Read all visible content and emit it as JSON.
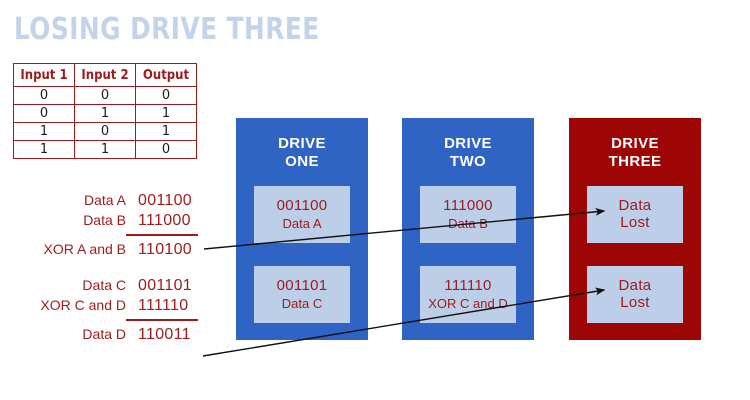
{
  "title": "LOSING DRIVE THREE",
  "colors": {
    "title": "#c3d3ea",
    "dark_red": "#9e1b1b",
    "drive_blue": "#2f63c4",
    "drive_red": "#9e0505",
    "panel_blue": "#bccee8"
  },
  "truth_table": {
    "headers": [
      "Input 1",
      "Input 2",
      "Output"
    ],
    "rows": [
      [
        "0",
        "0",
        "0"
      ],
      [
        "0",
        "1",
        "1"
      ],
      [
        "1",
        "0",
        "1"
      ],
      [
        "1",
        "1",
        "0"
      ]
    ]
  },
  "calculations": [
    {
      "id": "calc-block-1",
      "rows": [
        {
          "label": "Data A",
          "value": "001100"
        },
        {
          "label": "Data B",
          "value": "111000"
        }
      ],
      "result": {
        "label": "XOR A and B",
        "value": "110100"
      }
    },
    {
      "id": "calc-block-2",
      "rows": [
        {
          "label": "Data C",
          "value": "001101"
        },
        {
          "label": "XOR C and D",
          "value": "111110"
        }
      ],
      "result": {
        "label": "Data D",
        "value": "110011"
      }
    }
  ],
  "drives": [
    {
      "name_line1": "DRIVE",
      "name_line2": "ONE",
      "panels": [
        {
          "bits": "001100",
          "label": "Data A"
        },
        {
          "bits": "001101",
          "label": "Data C"
        }
      ]
    },
    {
      "name_line1": "DRIVE",
      "name_line2": "TWO",
      "panels": [
        {
          "bits": "111000",
          "label": "Data B"
        },
        {
          "bits": "111110",
          "label": "XOR C and D"
        }
      ]
    },
    {
      "name_line1": "DRIVE",
      "name_line2": "THREE",
      "panels": [
        {
          "line1": "Data",
          "line2": "Lost"
        },
        {
          "line1": "Data",
          "line2": "Lost"
        }
      ]
    }
  ],
  "arrows": [
    {
      "name": "arrow-xor-ab-to-drive-three"
    },
    {
      "name": "arrow-data-d-to-drive-three"
    }
  ]
}
